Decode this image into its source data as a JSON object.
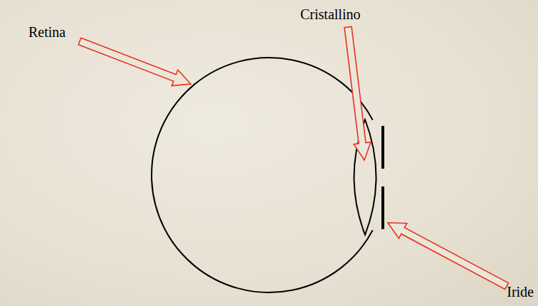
{
  "diagram": {
    "labels": [
      "Retina",
      "Cristallino",
      "Iride"
    ]
  }
}
